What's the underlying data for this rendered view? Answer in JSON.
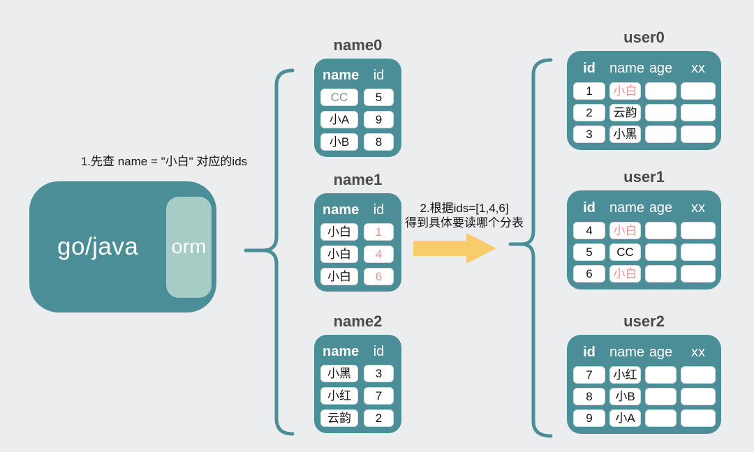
{
  "colors": {
    "teal": "#4B8E98",
    "teal_light": "#A6CCC6",
    "pink": "#F0908E",
    "arrow_yellow": "#F8CB6B",
    "background": "#ECEDEF",
    "title_gray": "#4A4A4A"
  },
  "app_block": {
    "label": "go/java",
    "orm_label": "orm"
  },
  "annotations": {
    "step1": "1.先查 name = \"小白\" 对应的ids",
    "step2_line1": "2.根据ids=[1,4,6]",
    "step2_line2": "得到具体要读哪个分表"
  },
  "name_tables": [
    {
      "title": "name0",
      "headers": {
        "col1": "name",
        "col2": "id"
      },
      "rows": [
        {
          "name": "CC",
          "id": "5",
          "name_muted": true
        },
        {
          "name": "小A",
          "id": "9"
        },
        {
          "name": "小B",
          "id": "8"
        }
      ]
    },
    {
      "title": "name1",
      "headers": {
        "col1": "name",
        "col2": "id"
      },
      "rows": [
        {
          "name": "小白",
          "id": "1",
          "id_highlight": true
        },
        {
          "name": "小白",
          "id": "4",
          "id_highlight": true
        },
        {
          "name": "小白",
          "id": "6",
          "id_highlight": true
        }
      ]
    },
    {
      "title": "name2",
      "headers": {
        "col1": "name",
        "col2": "id"
      },
      "rows": [
        {
          "name": "小黑",
          "id": "3"
        },
        {
          "name": "小红",
          "id": "7"
        },
        {
          "name": "云韵",
          "id": "2"
        }
      ]
    }
  ],
  "user_tables": [
    {
      "title": "user0",
      "headers": {
        "col1": "id",
        "col2": "name",
        "col3": "age",
        "col4": "xx"
      },
      "rows": [
        {
          "id": "1",
          "name": "小白",
          "age": "",
          "xx": "",
          "name_highlight": true
        },
        {
          "id": "2",
          "name": "云韵",
          "age": "",
          "xx": ""
        },
        {
          "id": "3",
          "name": "小黑",
          "age": "",
          "xx": ""
        }
      ]
    },
    {
      "title": "user1",
      "headers": {
        "col1": "id",
        "col2": "name",
        "col3": "age",
        "col4": "xx"
      },
      "rows": [
        {
          "id": "4",
          "name": "小白",
          "age": "",
          "xx": "",
          "name_highlight": true
        },
        {
          "id": "5",
          "name": "CC",
          "age": "",
          "xx": ""
        },
        {
          "id": "6",
          "name": "小白",
          "age": "",
          "xx": "",
          "name_highlight": true
        }
      ]
    },
    {
      "title": "user2",
      "headers": {
        "col1": "id",
        "col2": "name",
        "col3": "age",
        "col4": "xx"
      },
      "rows": [
        {
          "id": "7",
          "name": "小红",
          "age": "",
          "xx": ""
        },
        {
          "id": "8",
          "name": "小B",
          "age": "",
          "xx": ""
        },
        {
          "id": "9",
          "name": "小A",
          "age": "",
          "xx": ""
        }
      ]
    }
  ]
}
